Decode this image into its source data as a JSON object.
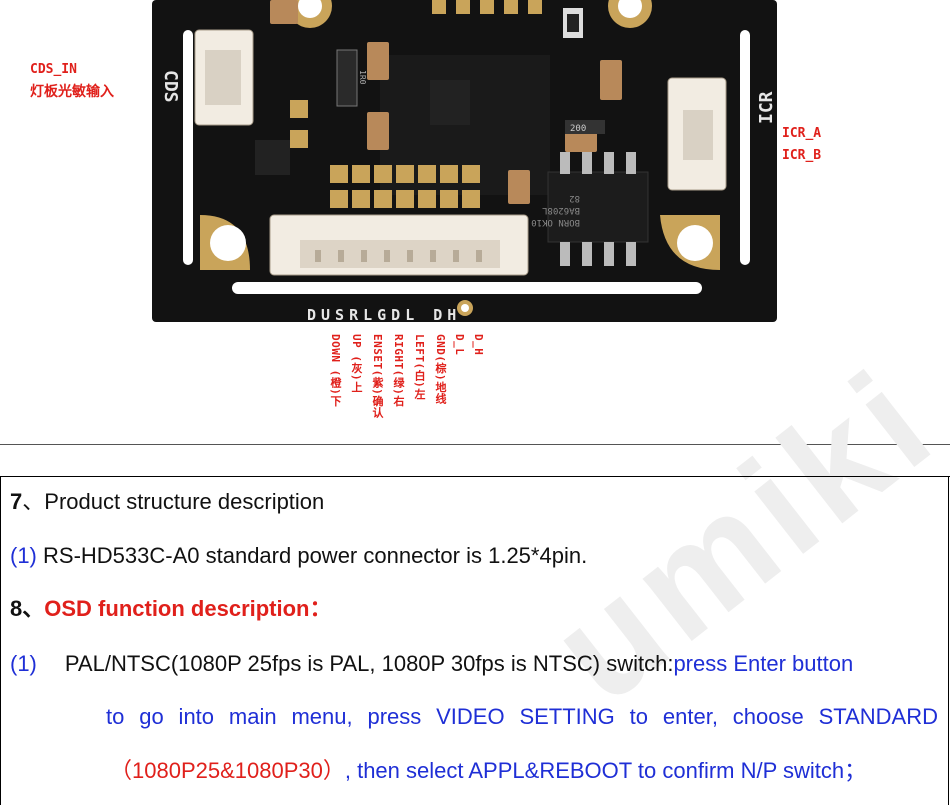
{
  "photo": {
    "labels": {
      "cds_in": "CDS_IN",
      "cds_in_cn": "灯板光敏输入",
      "icr_a": "ICR_A",
      "icr_b": "ICR_B",
      "board_cds": "CDS",
      "board_icr": "ICR",
      "board_pins": "DUSRLGDL DH",
      "chip_text": "BORN OK10",
      "chip_text2": "BA6208L",
      "chip_text3": "82",
      "resistor": "1R0",
      "resistor2": "200"
    },
    "pin_labels": [
      "DOWN (橙)下",
      "UP (灰)上",
      "ENSET(紫)确认",
      "RIGHT(绿)右",
      "LEFT(白)左",
      "GND(棕)地线",
      "D_L",
      "D_H"
    ],
    "colors": {
      "label_red": "#e0201b",
      "board": "#111111",
      "pad_gold": "#c9a45a",
      "connector": "#f2ece2"
    }
  },
  "doc": {
    "section7": {
      "num": "7",
      "sep": "、",
      "title": "Product structure description"
    },
    "item7_1": {
      "num": "(1)",
      "text": " RS-HD533C-A0 standard power connector is 1.25*4pin."
    },
    "section8": {
      "num": "8",
      "sep": "、",
      "title": "OSD function description："
    },
    "item8_1": {
      "num": "(1)",
      "text_a": "PAL/NTSC(1080P 25fps is PAL, 1080P 30fps is NTSC) switch:",
      "text_b": "press Enter button",
      "line2": "to go into main menu, press VIDEO SETTING to enter, choose STANDARD",
      "line3_red": "（1080P25&1080P30）",
      "line3_blue": ", then select APPL&REBOOT to confirm N/P switch；"
    },
    "watermark": "umiki"
  }
}
